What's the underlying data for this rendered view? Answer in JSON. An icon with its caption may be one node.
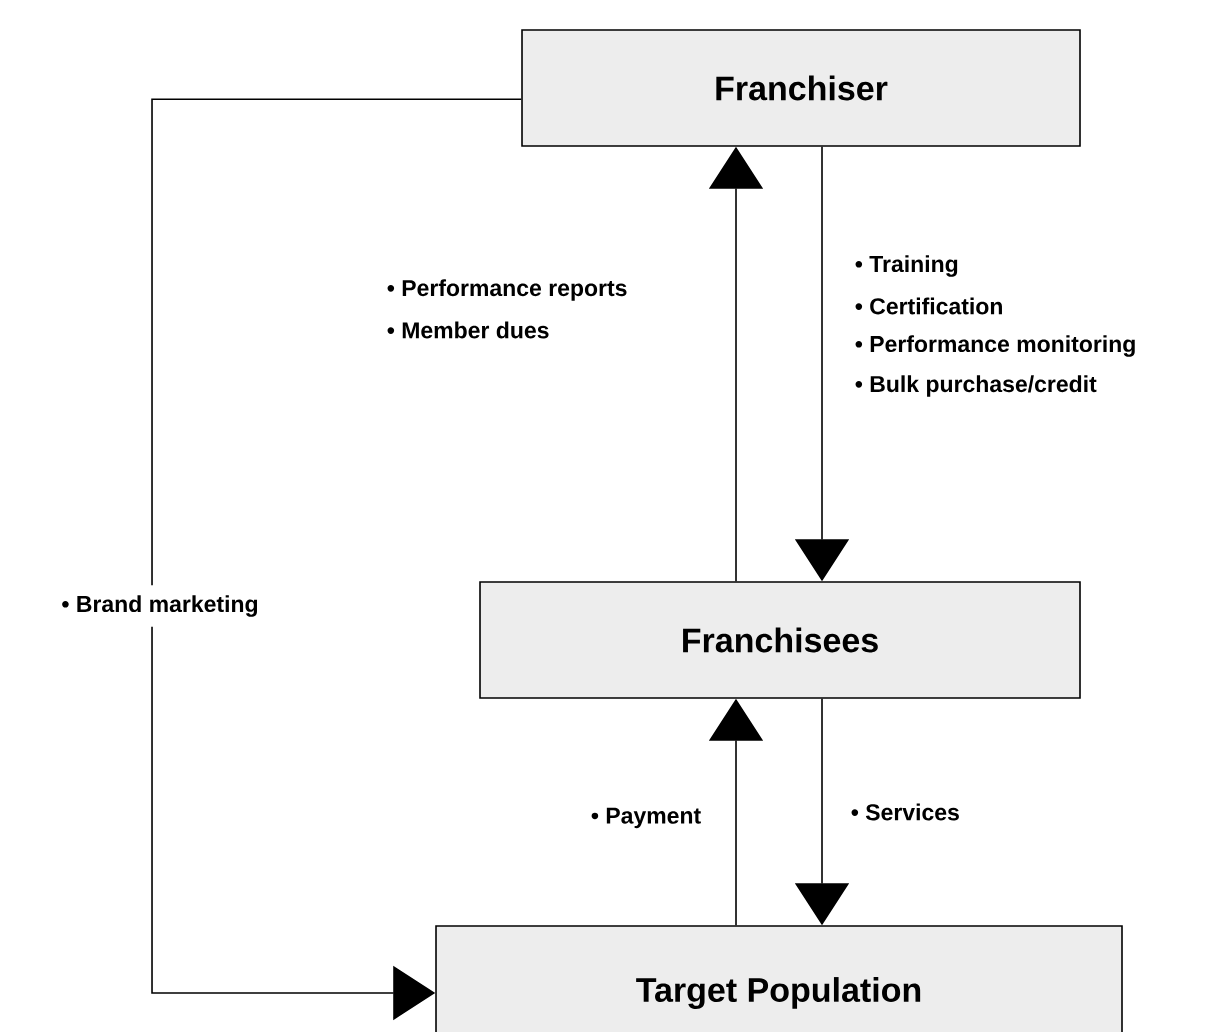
{
  "diagram": {
    "nodes": [
      {
        "text": [
          "Franchiser"
        ]
      },
      {
        "text": [
          "Franchisees"
        ]
      },
      {
        "text": [
          "Target Population"
        ]
      }
    ],
    "edges": [
      {
        "from": 1,
        "to": 0,
        "arrow": "to"
      },
      {
        "from": 0,
        "to": 1,
        "arrow": "to"
      },
      {
        "from": 2,
        "to": 1,
        "arrow": "to",
        "label": "• Payment"
      },
      {
        "from": 1,
        "to": 2,
        "arrow": "to",
        "label": "• Services"
      },
      {
        "from": 0,
        "to": 2,
        "arrow": "to",
        "label": "• Brand marketing"
      }
    ],
    "labels": [
      "• Performance reports",
      "• Member dues",
      "• Training",
      "• Certification",
      "• Performance monitoring",
      "• Bulk purchase/credit"
    ]
  }
}
